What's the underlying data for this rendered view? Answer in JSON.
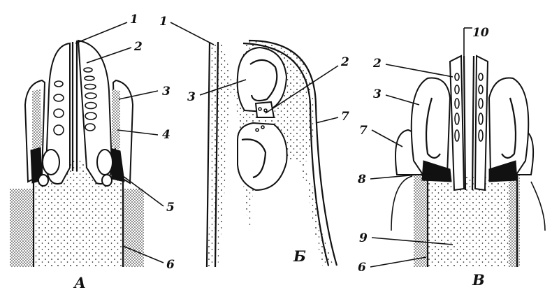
{
  "panels": {
    "a": {
      "label": "А",
      "callouts": {
        "c1": "1",
        "c2": "2",
        "c3": "3",
        "c4": "4",
        "c5": "5",
        "c6": "6"
      }
    },
    "b": {
      "label": "Б",
      "callouts": {
        "c1": "1",
        "c2": "2",
        "c3": "3",
        "c7": "7"
      }
    },
    "v": {
      "label": "В",
      "callouts": {
        "c10": "10",
        "c2": "2",
        "c3": "3",
        "c7": "7",
        "c8": "8",
        "c9": "9",
        "c6": "6"
      }
    }
  },
  "colors": {
    "ink": "#111111",
    "paper": "#ffffff"
  }
}
